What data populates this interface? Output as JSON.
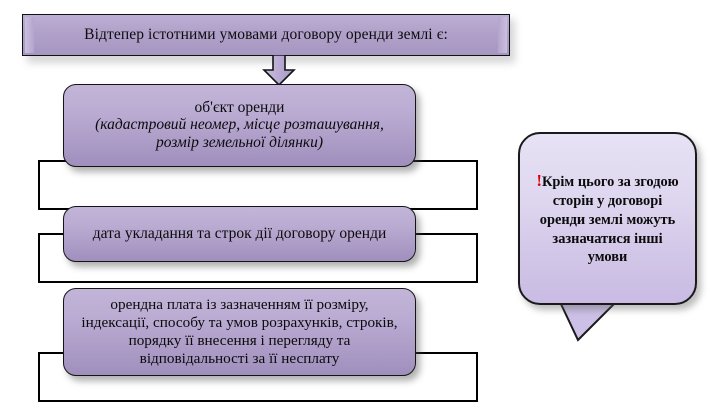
{
  "header": {
    "text": "Відтепер істотними умовами договору оренди землі є:"
  },
  "arrow": {
    "name": "down-arrow"
  },
  "items": [
    {
      "id": "object-of-lease",
      "title": "об'єкт оренди",
      "subtitle": "(кадастровий неомер, місце розташування, розмір земельної ділянки)"
    },
    {
      "id": "date-and-term",
      "title": "дата укладання та строк дії договору оренди",
      "subtitle": ""
    },
    {
      "id": "rent-payment",
      "title": "орендна плата із зазначенням її розміру, індексації, способу та умов розрахунків, строків, порядку її внесення і перегляду та відповідальності за її несплату",
      "subtitle": ""
    }
  ],
  "note": {
    "marker": "!",
    "text": "Крім цього за згодою сторін у договорі оренди землі можуть зазначатися інші умови"
  },
  "colors": {
    "box_fill": "#b3a4cc",
    "box_fill_light": "#c3b5d8",
    "bubble_fill": "#ded6ef",
    "outline": "#111111",
    "marker_red": "#e0000d",
    "background": "#ffffff"
  }
}
